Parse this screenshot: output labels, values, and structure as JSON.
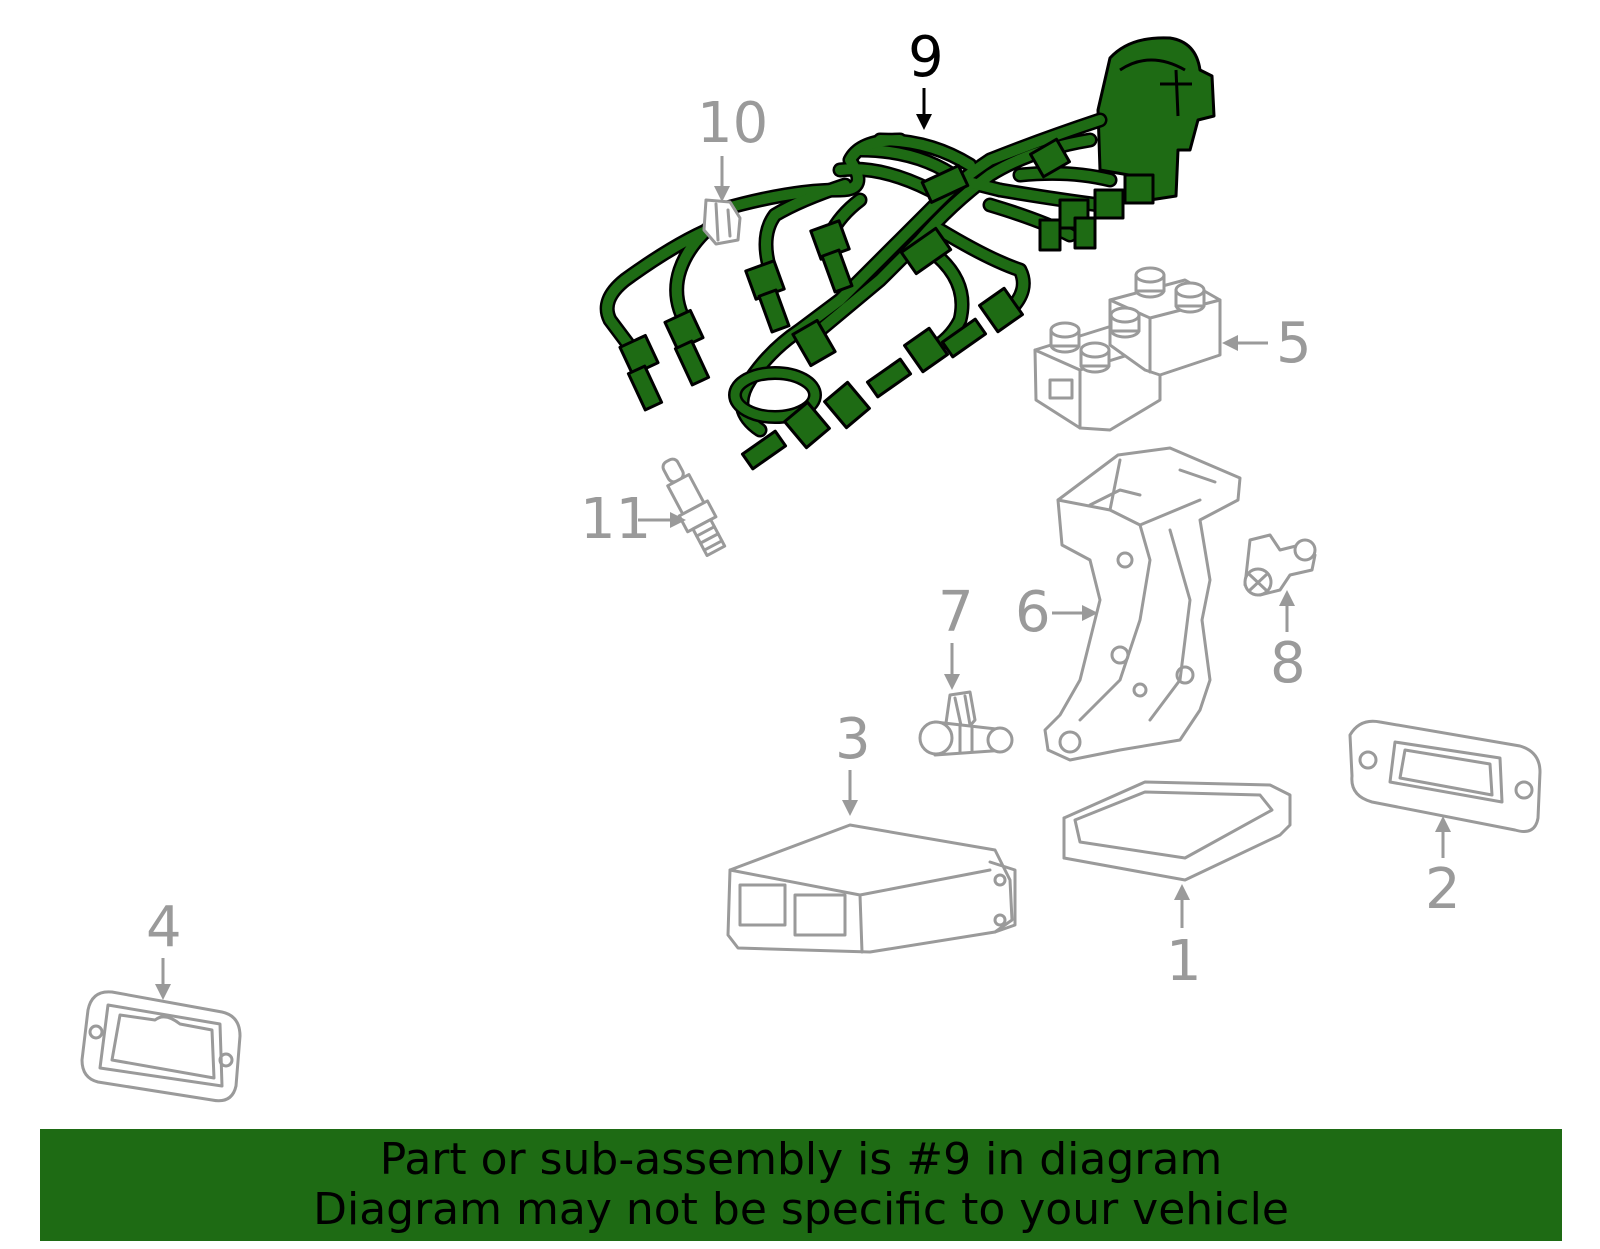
{
  "diagram": {
    "highlighted_part": "9",
    "callouts": [
      {
        "id": "c1",
        "label": "1"
      },
      {
        "id": "c2",
        "label": "2"
      },
      {
        "id": "c3",
        "label": "3"
      },
      {
        "id": "c4",
        "label": "4"
      },
      {
        "id": "c5",
        "label": "5"
      },
      {
        "id": "c6",
        "label": "6"
      },
      {
        "id": "c7",
        "label": "7"
      },
      {
        "id": "c8",
        "label": "8"
      },
      {
        "id": "c9",
        "label": "9"
      },
      {
        "id": "c10",
        "label": "10"
      },
      {
        "id": "c11",
        "label": "11"
      }
    ]
  },
  "banner": {
    "line1": "Part or sub-assembly is #9 in diagram",
    "line2": "Diagram may not be specific to your vehicle"
  },
  "colors": {
    "highlight": "#1e6b14",
    "part_outline": "#9a9a9a",
    "background": "#ffffff"
  }
}
